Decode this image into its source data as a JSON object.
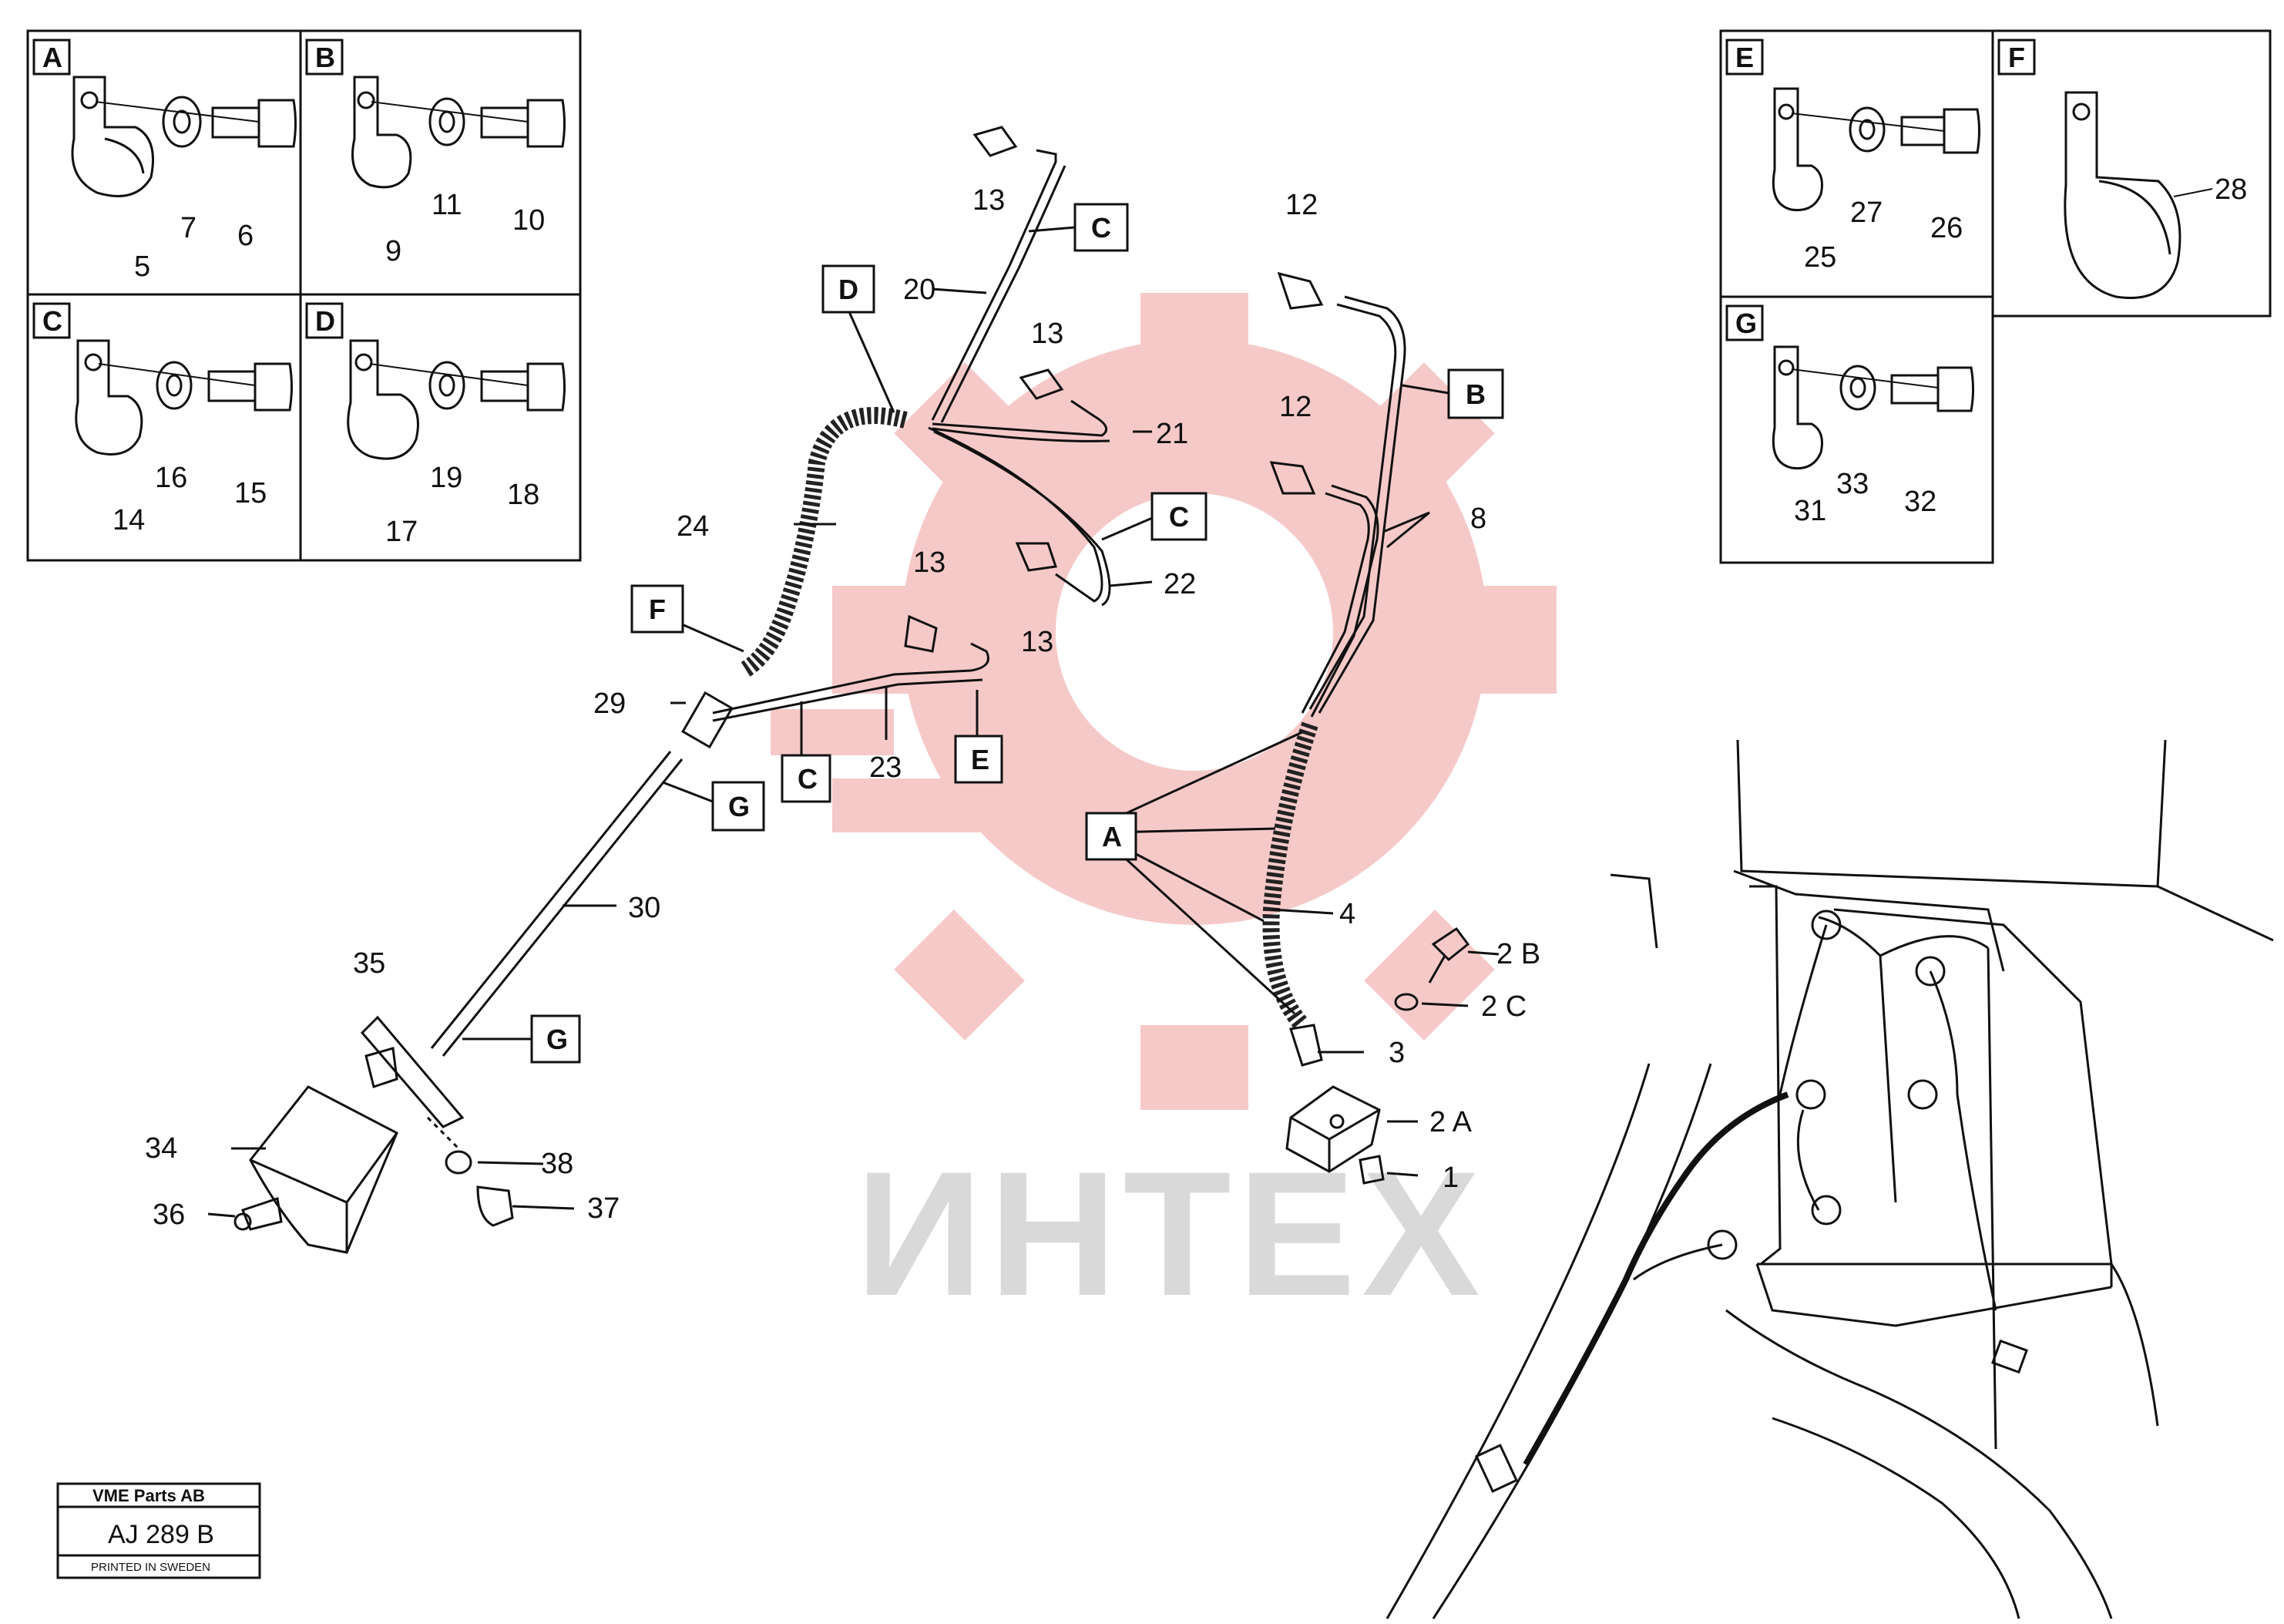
{
  "colors": {
    "ink": "#111111",
    "watermark_red": "#f6c9c9",
    "watermark_gray": "#d9d9d9"
  },
  "watermark": {
    "text": "ИНТЕХ"
  },
  "stamp": {
    "company": "VME Parts AB",
    "code": "AJ 289 B",
    "footer": "PRINTED IN SWEDEN"
  },
  "details": {
    "A": {
      "letter": "A",
      "parts": [
        "5",
        "7",
        "6"
      ]
    },
    "B": {
      "letter": "B",
      "parts": [
        "9",
        "11",
        "10"
      ]
    },
    "C": {
      "letter": "C",
      "parts": [
        "14",
        "16",
        "15"
      ]
    },
    "D": {
      "letter": "D",
      "parts": [
        "17",
        "19",
        "18"
      ]
    },
    "E": {
      "letter": "E",
      "parts": [
        "25",
        "27",
        "26"
      ]
    },
    "F": {
      "letter": "F",
      "parts": [
        "28"
      ]
    },
    "G": {
      "letter": "G",
      "parts": [
        "31",
        "33",
        "32"
      ]
    }
  },
  "callouts": {
    "C1": "C",
    "D1": "D",
    "B1": "B",
    "C2": "C",
    "F1": "F",
    "E1": "E",
    "C3": "C",
    "G1": "G",
    "A1": "A",
    "G2": "G"
  },
  "labels": {
    "n13a": "13",
    "n20": "20",
    "n13b": "13",
    "n21": "21",
    "n24": "24",
    "n13c": "13",
    "n13d": "13",
    "n22": "22",
    "n29": "29",
    "n23": "23",
    "n30": "30",
    "n35": "35",
    "n34": "34",
    "n36": "36",
    "n38": "38",
    "n37": "37",
    "n12a": "12",
    "n12b": "12",
    "n8": "8",
    "n4": "4",
    "n2b": "2 B",
    "n2c": "2 C",
    "n3": "3",
    "n2a": "2 A",
    "n1": "1"
  }
}
